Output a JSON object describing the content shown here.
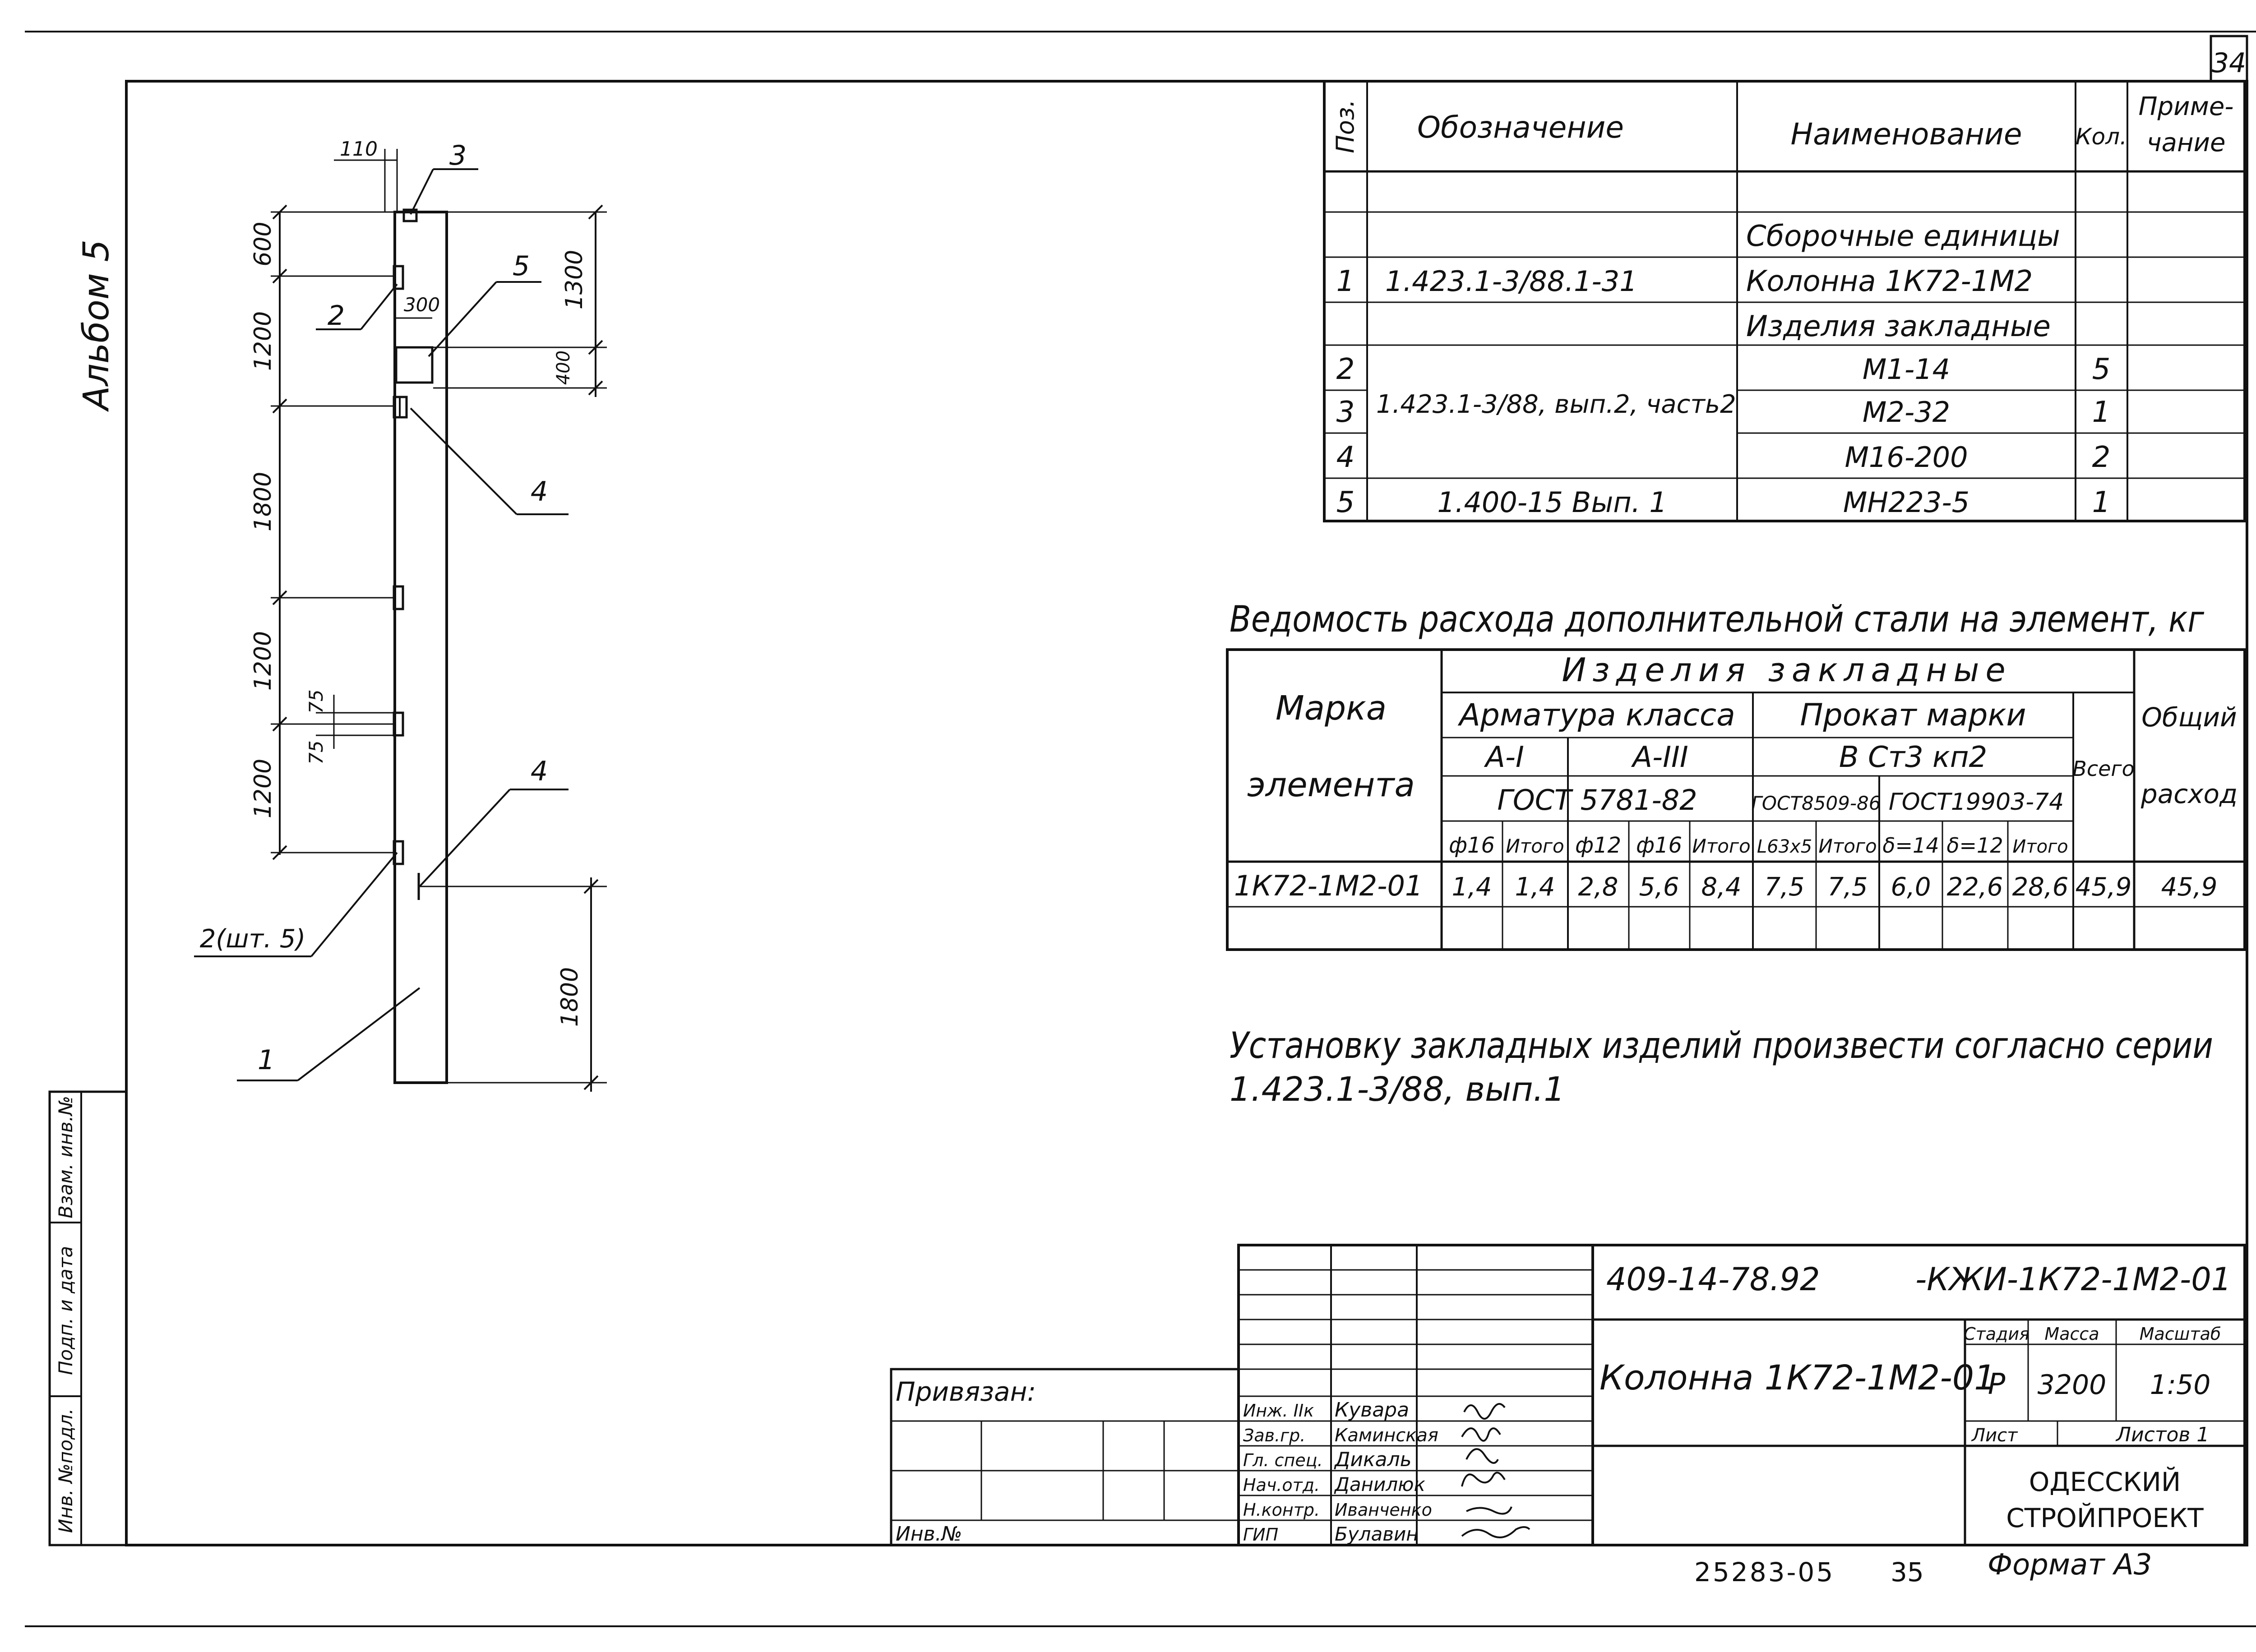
{
  "sheet_number": "34",
  "album_label": "Альбом 5",
  "drawing": {
    "dim_top_110": "110",
    "dims_left": [
      "600",
      "1200",
      "1800",
      "1200",
      "1200"
    ],
    "dim_75_a": "75",
    "dim_75_b": "75",
    "dim_300": "300",
    "dim_400": "400",
    "dim_1300": "1300",
    "dim_1800_bottom": "1800",
    "callout_3": "3",
    "callout_2": "2",
    "callout_5": "5",
    "callout_4a": "4",
    "callout_4b": "4",
    "callout_2_qty": "2(шт. 5)",
    "callout_1": "1"
  },
  "spec_table": {
    "headers": [
      "Поз.",
      "Обозначение",
      "Наименование",
      "Кол.",
      "Приме-",
      "чание"
    ],
    "rows": [
      {
        "pos": "",
        "des": "",
        "name": "Сборочные единицы",
        "qty": ""
      },
      {
        "pos": "1",
        "des": "1.423.1-3/88.1-31",
        "name": "Колонна 1К72-1М2",
        "qty": ""
      },
      {
        "pos": "",
        "des": "",
        "name": "Изделия закладные",
        "qty": ""
      },
      {
        "pos": "2",
        "des": "",
        "name": "М1-14",
        "qty": "5"
      },
      {
        "pos": "3",
        "des": "1.423.1-3/88, вып.2, часть2",
        "name": "М2-32",
        "qty": "1"
      },
      {
        "pos": "4",
        "des": "",
        "name": "М16-200",
        "qty": "2"
      },
      {
        "pos": "5",
        "des": "1.400-15 Вып. 1",
        "name": "МН223-5",
        "qty": "1"
      }
    ]
  },
  "steel_table": {
    "title": "Ведомость расхода дополнительной стали на элемент, кг",
    "mark_header_1": "Марка",
    "mark_header_2": "элемента",
    "group_header": "Изделия закладные",
    "armature_header": "Арматура класса",
    "prokat_header": "Прокат марки",
    "class_a1": "А-I",
    "class_a3": "А-III",
    "gost_arm": "ГОСТ 5781-82",
    "steel_grade": "В Ст3 кп2",
    "gost_8509": "ГОСТ8509-86",
    "gost_19903": "ГОСТ19903-74",
    "total_header": "Всего",
    "general_header_1": "Общий",
    "general_header_2": "расход",
    "sub_headers": [
      "ф16",
      "Итого",
      "ф12",
      "ф16",
      "Итого",
      "L63x5",
      "Итого",
      "δ=14",
      "δ=12",
      "Итого"
    ],
    "row_mark": "1К72-1М2-01",
    "row_values": [
      "1,4",
      "1,4",
      "2,8",
      "5,6",
      "8,4",
      "7,5",
      "7,5",
      "6,0",
      "22,6",
      "28,6",
      "45,9",
      "45,9"
    ]
  },
  "note": {
    "line1": "Установку закладных изделий произвести согласно серии",
    "line2": "1.423.1-3/88, вып.1"
  },
  "title_block": {
    "code": "409-14-78.92",
    "code_suffix": "-КЖИ-1К72-1М2-01",
    "bound_label": "Привязан:",
    "inv_label": "Инв.№",
    "roles": [
      "Инж. IIк",
      "Зав.гр.",
      "Гл. спец.",
      "Нач.отд.",
      "Н.контр.",
      "ГИП"
    ],
    "names": [
      "Кувара",
      "Каминская",
      "Дикаль",
      "Данилюк",
      "Иванченко",
      "Булавин"
    ],
    "item_name": "Колонна 1К72-1М2-01",
    "stage_label": "Стадия",
    "mass_label": "Масса",
    "scale_label": "Масштаб",
    "stage": "Р",
    "mass": "3200",
    "scale": "1:50",
    "sheet_label": "Лист",
    "sheets_label": "Листов 1",
    "org_line1": "ОДЕССКИЙ",
    "org_line2": "СТРОЙПРОЕКТ"
  },
  "side_stamp": [
    "Инв. №подл.",
    "Подп. и дата",
    "Взам. инв.№"
  ],
  "footer": {
    "number": "25283-05",
    "page": "35",
    "format": "Формат А3"
  }
}
